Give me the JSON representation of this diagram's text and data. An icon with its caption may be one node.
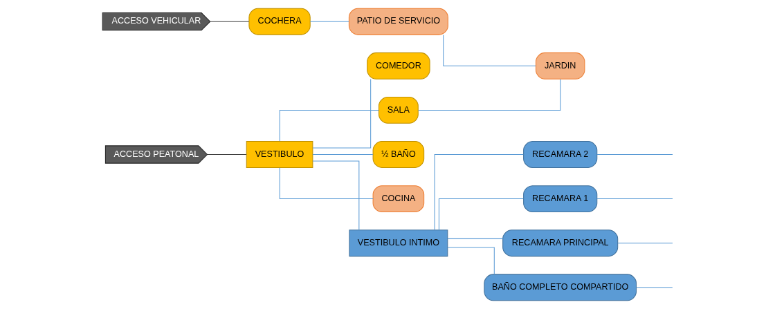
{
  "diagram": {
    "nodes": [
      {
        "text": [
          "ACCESO VEHICULAR"
        ]
      },
      {
        "text": [
          "ACCESO PEATONAL"
        ]
      },
      {
        "text": [
          "COCHERA"
        ]
      },
      {
        "text": [
          "VESTIBULO"
        ]
      },
      {
        "text": [
          "COMEDOR"
        ]
      },
      {
        "text": [
          "SALA"
        ]
      },
      {
        "text": [
          "½ BAÑO"
        ]
      },
      {
        "text": [
          "PATIO DE SERVICIO"
        ]
      },
      {
        "text": [
          "COCINA"
        ]
      },
      {
        "text": [
          "VESTIBULO INTIMO"
        ]
      },
      {
        "text": [
          "JARDIN"
        ]
      },
      {
        "text": [
          "RECAMARA 2"
        ]
      },
      {
        "text": [
          "RECAMARA 1"
        ]
      },
      {
        "text": [
          "RECAMARA PRINCIPAL"
        ]
      },
      {
        "text": [
          "BAÑO COMPLETO COMPARTIDO"
        ]
      }
    ],
    "edges": [
      {
        "from": 0,
        "to": 2,
        "arrow": "none",
        "color": "#404040"
      },
      {
        "from": 1,
        "to": 3,
        "arrow": "none",
        "color": "#404040"
      },
      {
        "from": 2,
        "to": 7,
        "arrow": "none"
      },
      {
        "from": 7,
        "to": 10,
        "arrow": "none"
      },
      {
        "from": 3,
        "to": 4,
        "arrow": "none"
      },
      {
        "from": 3,
        "to": 5,
        "arrow": "none"
      },
      {
        "from": 3,
        "to": 6,
        "arrow": "none"
      },
      {
        "from": 3,
        "to": 8,
        "arrow": "none"
      },
      {
        "from": 3,
        "to": 9,
        "arrow": "none"
      },
      {
        "from": 5,
        "to": 10,
        "arrow": "none"
      },
      {
        "from": 9,
        "to": 11,
        "arrow": "none"
      },
      {
        "from": 9,
        "to": 12,
        "arrow": "none"
      },
      {
        "from": 9,
        "to": 13,
        "arrow": "none"
      },
      {
        "from": 9,
        "to": 14,
        "arrow": "none"
      },
      {
        "from": 11,
        "to": null,
        "arrow": "none"
      },
      {
        "from": 12,
        "to": null,
        "arrow": "none"
      },
      {
        "from": 13,
        "to": null,
        "arrow": "none"
      },
      {
        "from": 14,
        "to": null,
        "arrow": "none"
      }
    ]
  }
}
